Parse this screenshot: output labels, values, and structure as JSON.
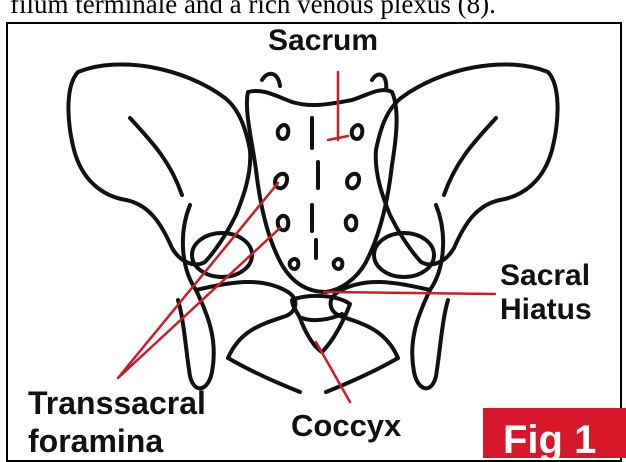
{
  "caption_text": "filum terminale and a rich venous plexus (8).",
  "labels": {
    "sacrum": "Sacrum",
    "sacral_hiatus_line1": "Sacral",
    "sacral_hiatus_line2": "Hiatus",
    "transsacral_line1": "Transsacral",
    "transsacral_line2": "foramina",
    "coccyx": "Coccyx"
  },
  "figure_badge": "Fig 1",
  "colors": {
    "leader_lines": "#c81e28",
    "badge": "#d8172a",
    "outline": "#111111"
  }
}
